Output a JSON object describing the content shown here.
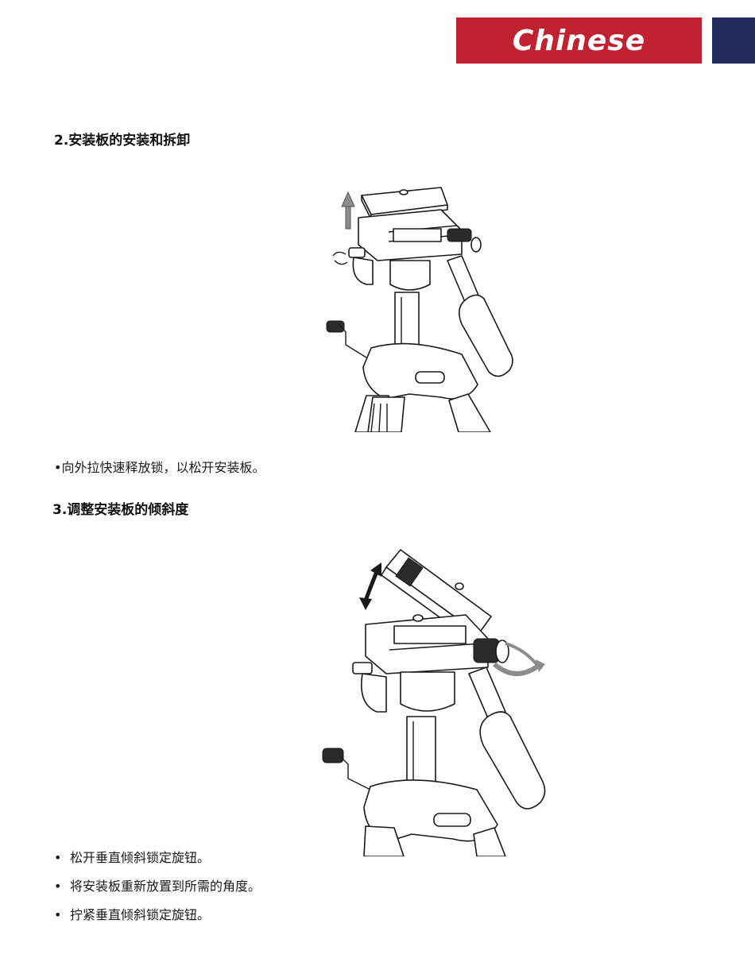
{
  "header": {
    "language_tab": "Chinese",
    "accent_red": "#c0222f",
    "accent_navy": "#232a5e"
  },
  "section2": {
    "title": "2.安装板的安装和拆卸",
    "instruction": "•向外拉快速释放锁，以松开安装板。",
    "figure_icon": "tripod-head-quick-release-illustration"
  },
  "section3": {
    "title": "3.调整安装板的倾斜度",
    "figure_icon": "tripod-head-tilt-illustration",
    "bullets": [
      "松开垂直倾斜锁定旋钮。",
      "将安装板重新放置到所需的角度。",
      "拧紧垂直倾斜锁定旋钮。"
    ],
    "bullet_glyph": "•"
  }
}
